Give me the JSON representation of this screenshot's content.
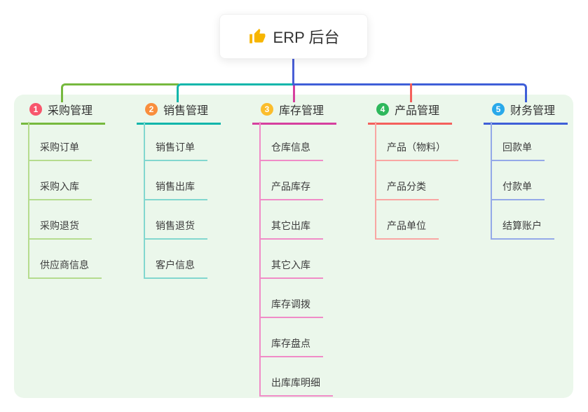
{
  "root": {
    "label": "ERP 后台",
    "icon": "thumbs-up-icon",
    "icon_color": "#f7b500"
  },
  "colors": {
    "panel_bg": "#ebf7eb",
    "stem": "#4a5fd6",
    "text": "#333333"
  },
  "branches": [
    {
      "number": "1",
      "label": "采购管理",
      "badge_color": "#f8566c",
      "line_color": "#76b93e",
      "child_line_color": "#b5dc8e",
      "children": [
        "采购订单",
        "采购入库",
        "采购退货",
        "供应商信息"
      ]
    },
    {
      "number": "2",
      "label": "销售管理",
      "badge_color": "#f98e3d",
      "line_color": "#0fb6ab",
      "child_line_color": "#82d7cf",
      "children": [
        "销售订单",
        "销售出库",
        "销售退货",
        "客户信息"
      ]
    },
    {
      "number": "3",
      "label": "库存管理",
      "badge_color": "#fbbd2c",
      "line_color": "#d6409f",
      "child_line_color": "#f08cc7",
      "children": [
        "仓库信息",
        "产品库存",
        "其它出库",
        "其它入库",
        "库存调拨",
        "库存盘点",
        "出库库明细"
      ]
    },
    {
      "number": "4",
      "label": "产品管理",
      "badge_color": "#2eb85c",
      "line_color": "#f4605c",
      "child_line_color": "#f9a6a3",
      "children": [
        "产品（物料）",
        "产品分类",
        "产品单位"
      ]
    },
    {
      "number": "5",
      "label": "财务管理",
      "badge_color": "#29a9ea",
      "line_color": "#3f5fd8",
      "child_line_color": "#94a9e8",
      "children": [
        "回款单",
        "付款单",
        "结算账户"
      ]
    }
  ]
}
